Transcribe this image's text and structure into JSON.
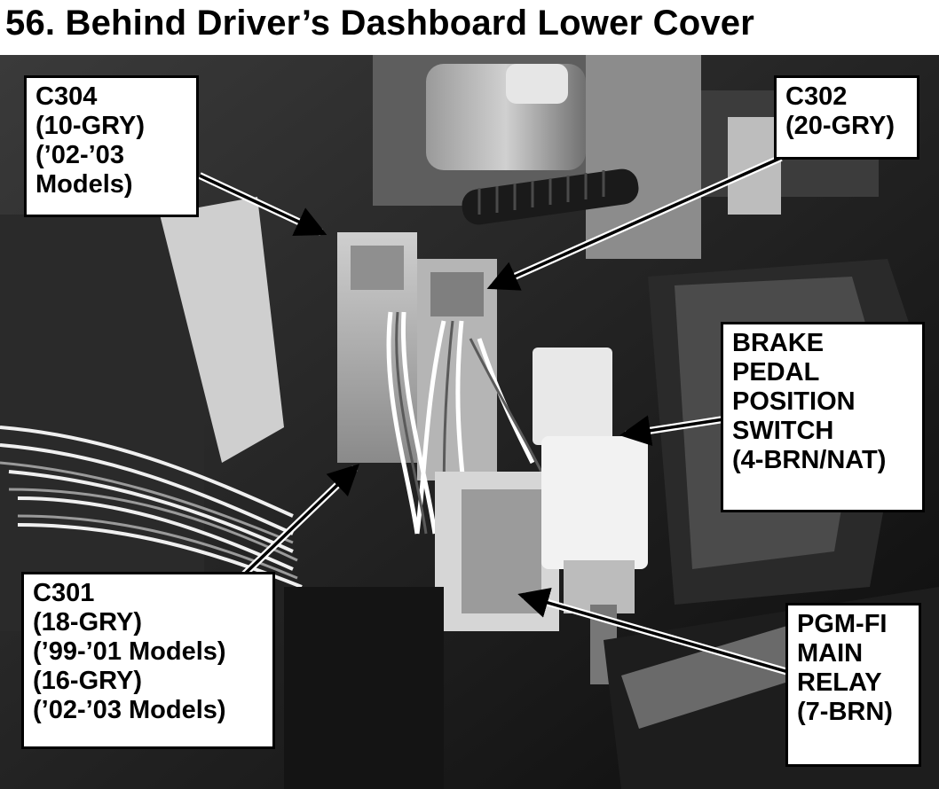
{
  "title": "56. Behind Driver’s Dashboard Lower Cover",
  "callouts": {
    "c304": [
      "C304",
      "(10-GRY)",
      "(’02-’03",
      "Models)"
    ],
    "c302": [
      "C302",
      "(20-GRY)"
    ],
    "brake": [
      "BRAKE",
      "PEDAL",
      "POSITION",
      "SWITCH",
      "(4-BRN/NAT)"
    ],
    "c301": [
      "C301",
      "(18-GRY)",
      "(’99-’01 Models)",
      "(16-GRY)",
      "(’02-’03 Models)"
    ],
    "pgm": [
      "PGM-FI",
      "MAIN",
      "RELAY",
      "(7-BRN)"
    ]
  },
  "colors": {
    "photo_dark": "#111111",
    "photo_mid": "#6a6a6a",
    "photo_light": "#d8d8d8",
    "label_bg": "#ffffff",
    "ink": "#000000"
  }
}
